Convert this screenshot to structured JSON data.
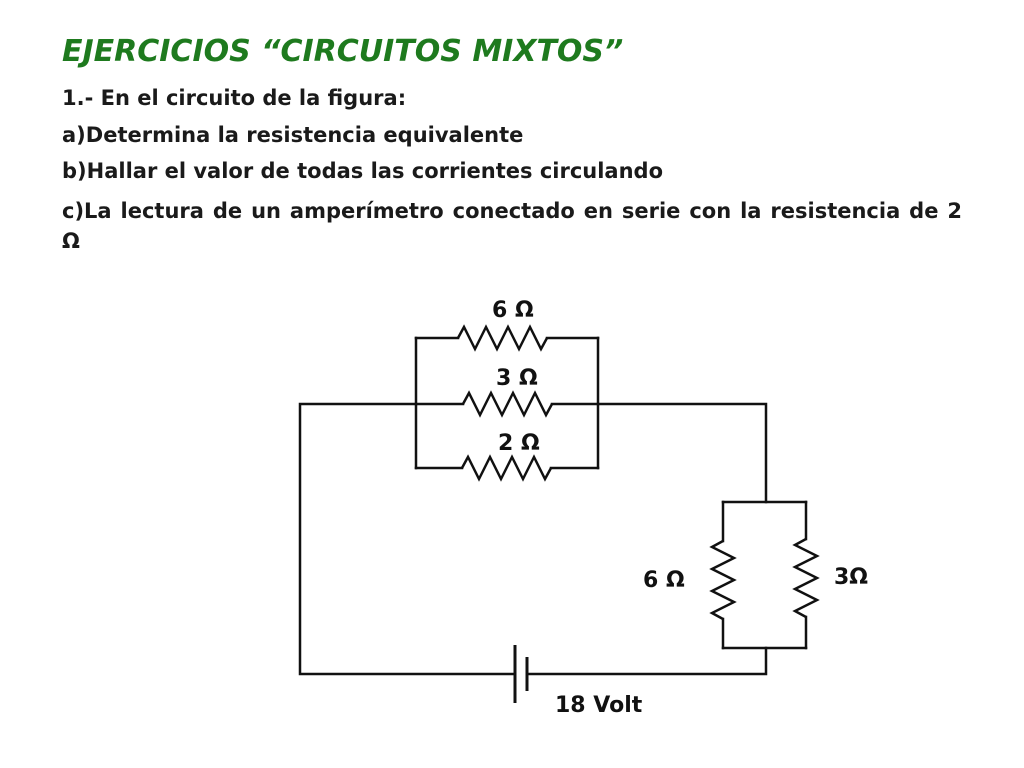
{
  "slide": {
    "title": "EJERCICIOS “CIRCUITOS MIXTOS”",
    "intro": "1.- En el circuito de la figura:",
    "items": [
      "a)Determina la resistencia equivalente",
      "b)Hallar el valor de todas las corrientes circulando",
      "c)La lectura de un amperímetro conectado en serie con la resistencia de 2 Ω"
    ],
    "title_color": "#1e7a1e"
  },
  "circuit": {
    "top_parallel": [
      "6 Ω",
      "3 Ω",
      "2 Ω"
    ],
    "bottom_parallel": [
      "6 Ω",
      "3Ω"
    ],
    "battery": "18 Volt"
  }
}
